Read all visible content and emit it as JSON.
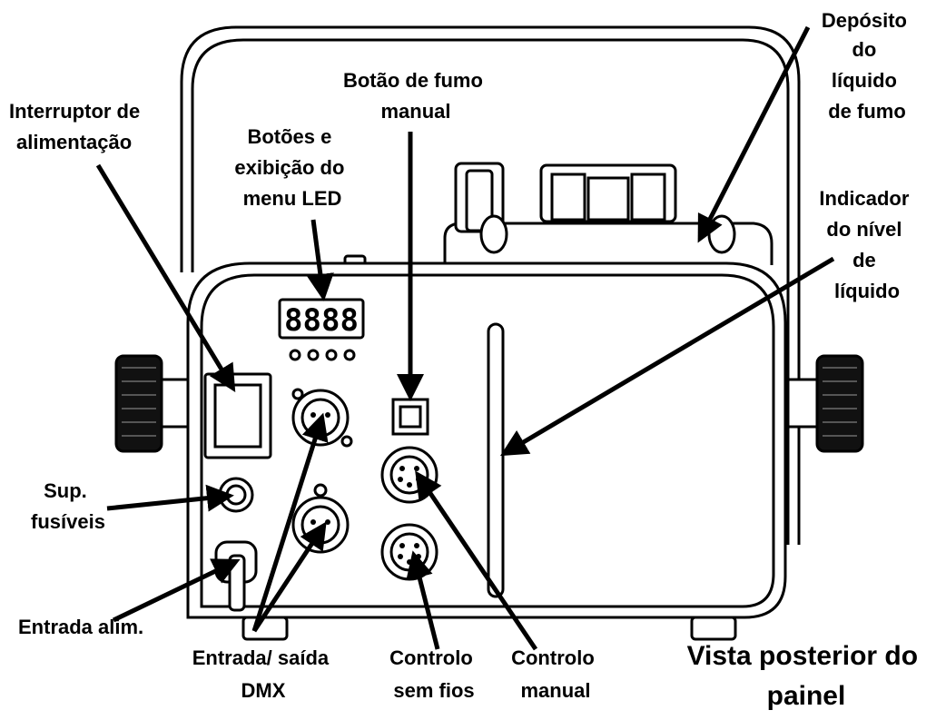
{
  "labels": {
    "deposit": [
      "Depósito",
      "do",
      "líquido",
      "de fumo"
    ],
    "smoke_button": [
      "Botão de fumo",
      "manual"
    ],
    "power_switch": [
      "Interruptor de",
      "alimentação"
    ],
    "led_menu": [
      "Botões e",
      "exibição do",
      "menu LED"
    ],
    "level_indicator": [
      "Indicador",
      "do nível",
      "de",
      "líquido"
    ],
    "fuse": [
      "Sup.",
      "fusíveis"
    ],
    "power_in": [
      "Entrada alim."
    ],
    "dmx": [
      "Entrada/ saída",
      "DMX"
    ],
    "wireless": [
      "Controlo",
      "sem fios"
    ],
    "manual_control": [
      "Controlo",
      "manual"
    ]
  },
  "title": [
    "Vista posterior do",
    "painel"
  ],
  "display": "8888"
}
